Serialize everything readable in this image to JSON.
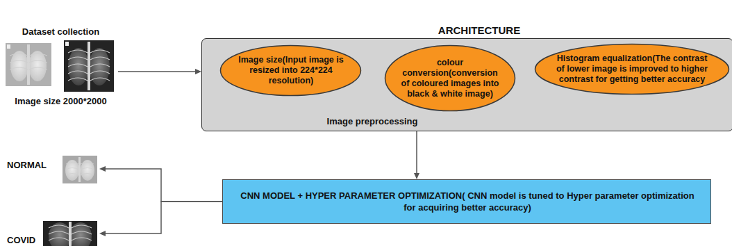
{
  "diagram": {
    "title": "ARCHITECTURE",
    "nodes": [
      {
        "text": [
          "Dataset collection",
          "Image size 2000*2000"
        ]
      },
      {
        "text": [
          "Image preprocessing"
        ]
      },
      {
        "text": [
          "Image size(Input image is resized into 224*224 resolution)"
        ],
        "in": 1
      },
      {
        "text": [
          "colour conversion(conversion of coloured images into black & white image)"
        ],
        "in": 1
      },
      {
        "text": [
          "Histogram equalization(The contrast of lower image is improved to higher contrast for getting better accuracy"
        ],
        "in": 1
      },
      {
        "text": [
          "CNN MODEL + HYPER PARAMETER OPTIMIZATION( CNN model is tuned to Hyper parameter optimization for acquiring better accuracy)"
        ]
      },
      {
        "text": [
          "NORMAL"
        ]
      },
      {
        "text": [
          "COVID"
        ]
      }
    ],
    "edges": [
      {
        "from": 0,
        "to": 1,
        "arrow": "to"
      },
      {
        "from": 1,
        "to": 5,
        "arrow": "to"
      },
      {
        "from": 5,
        "to": 6,
        "arrow": "to"
      },
      {
        "from": 5,
        "to": 7,
        "arrow": "to"
      }
    ]
  }
}
